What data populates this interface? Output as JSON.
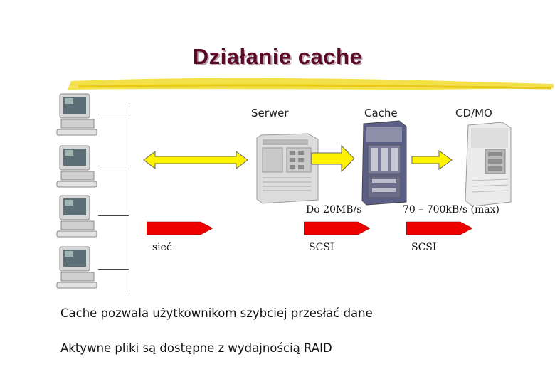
{
  "slide": {
    "title": "Działanie cache",
    "labels": {
      "server": "Serwer",
      "cache": "Cache",
      "cdmo": "CD/MO",
      "speed_cache": "Do 20MB/s",
      "speed_cdmo": "70 – 700kB/s (max)",
      "net": "sieć",
      "scsi1": "SCSI",
      "scsi2": "SCSI"
    },
    "bullets": [
      "Cache pozwala użytkownikom szybciej przesłać dane",
      "Aktywne pliki są dostępne z wydajnością RAID"
    ]
  },
  "colors": {
    "title": "#5a0a28",
    "highlight": "#f2dc2a",
    "arrow_yellow": "#fff200",
    "arrow_red": "#ee0000"
  }
}
